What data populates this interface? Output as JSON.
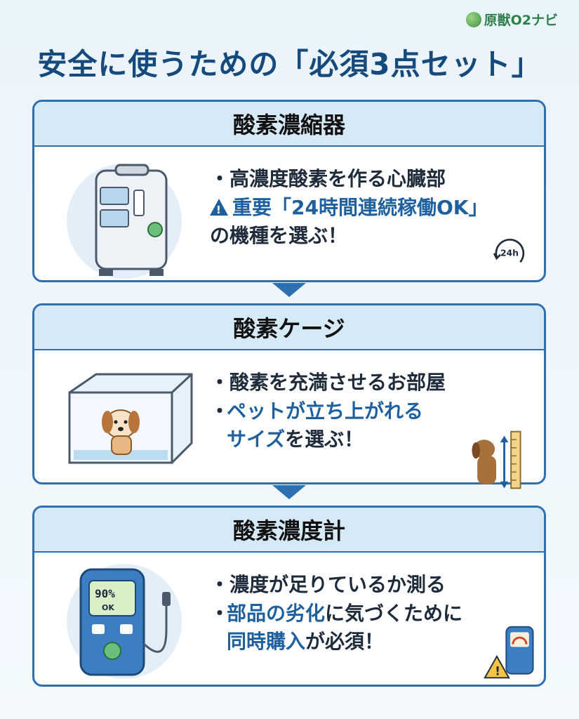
{
  "brand": {
    "name": "原獣O2ナビ"
  },
  "title": "安全に使うための「必須3点セット」",
  "sections": [
    {
      "heading": "酸素濃縮器",
      "lines": [
        "・高濃度酸素を作る心臓部",
        "重要「24時間連続稼働OK」",
        "の機種を選ぶ！"
      ],
      "badge": "24h"
    },
    {
      "heading": "酸素ケージ",
      "lines": [
        "・酸素を充満させるお部屋",
        "ペットが立ち上がれる",
        "サイズを選ぶ！"
      ],
      "blue_part_2": "サイズ",
      "rest_part_2": "を選ぶ！"
    },
    {
      "heading": "酸素濃度計",
      "lines": [
        "・濃度が足りているか測る",
        "部品の劣化",
        "に気づくために",
        "同時購入",
        "が必須！"
      ],
      "meter_reading": "90%",
      "meter_status": "OK"
    }
  ],
  "colors": {
    "accent": "#1e5f9e",
    "border": "#2d6fb0",
    "header_bg": "#d6e9f7"
  }
}
